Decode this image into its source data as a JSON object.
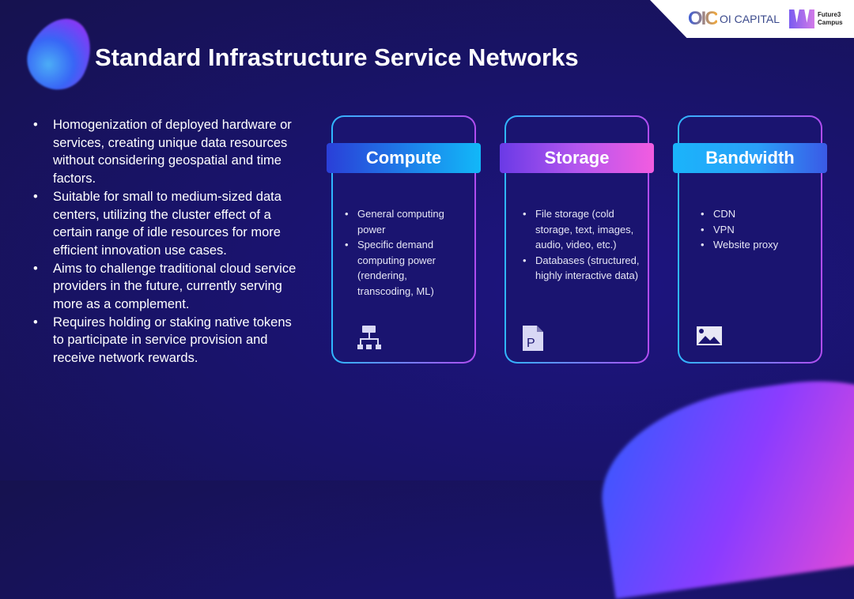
{
  "logos": {
    "oic_mark": "OIC",
    "oic_name": "OI CAPITAL",
    "future3_line1": "Future3",
    "future3_line2": "Campus"
  },
  "title": "Standard Infrastructure Service Networks",
  "bullets": [
    "Homogenization of deployed hardware or services, creating unique data resources without considering geospatial and time factors.",
    "Suitable for small to medium-sized data centers, utilizing the cluster effect of a certain range of idle resources for more efficient innovation use cases.",
    "Aims to challenge traditional cloud service providers in the future, currently serving more as a complement.",
    "Requires holding or staking native tokens to participate in service provision and receive network rewards."
  ],
  "cards": [
    {
      "title": "Compute",
      "icon": "network-hierarchy-icon",
      "items": [
        "General computing power",
        "Specific demand computing power (rendering, transcoding, ML)"
      ]
    },
    {
      "title": "Storage",
      "icon": "document-file-icon",
      "items": [
        "File storage (cold storage, text, images, audio, video, etc.)",
        "Databases (structured, highly interactive data)"
      ]
    },
    {
      "title": "Bandwidth",
      "icon": "image-icon",
      "items": [
        "CDN",
        "VPN",
        "Website proxy"
      ]
    }
  ]
}
